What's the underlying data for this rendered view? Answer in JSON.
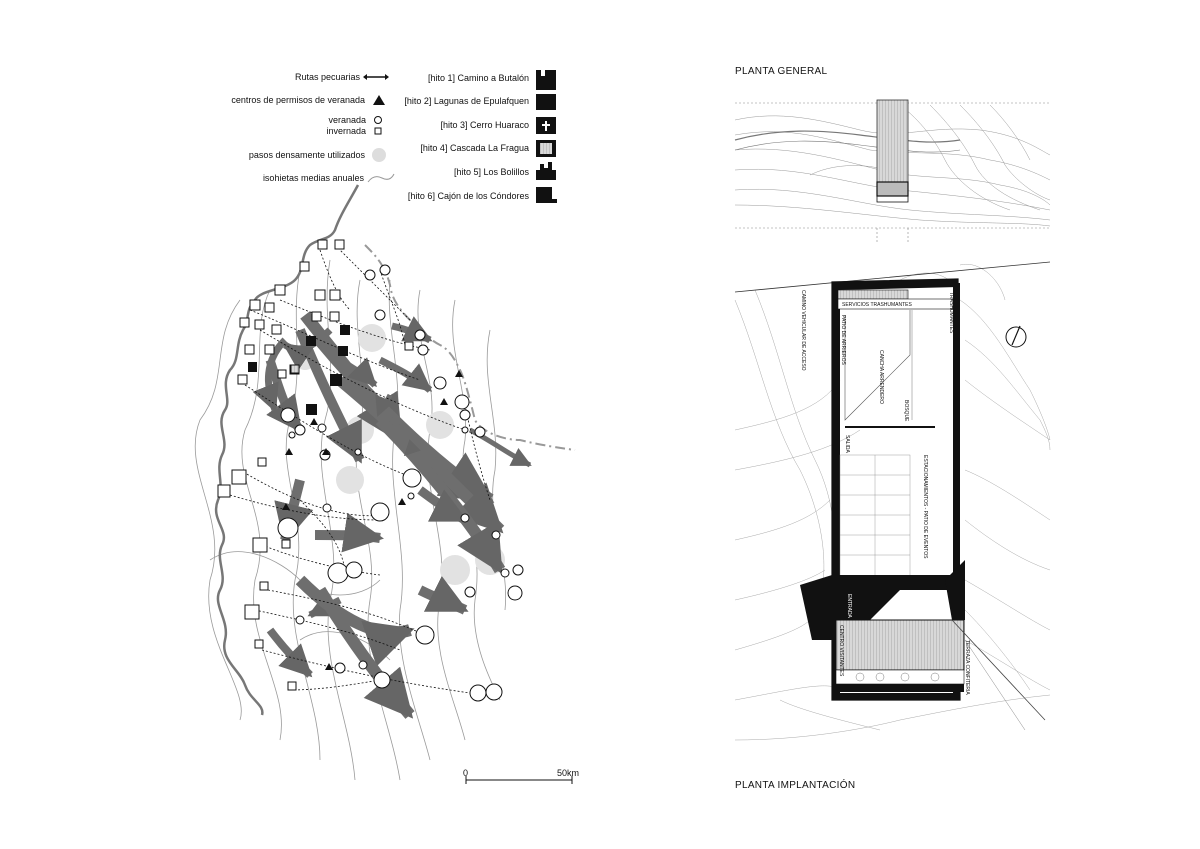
{
  "legend": {
    "routes": "Rutas pecuarias",
    "permit_centers": "centros de permisos de veranada",
    "veranada": "veranada",
    "invernada": "invernada",
    "dense_passes": "pasos densamente utilizados",
    "isohyets": "isohietas medias anuales"
  },
  "landmarks": [
    {
      "label": "[hito 1] Camino a Butalón",
      "icon": "landmark-1-icon"
    },
    {
      "label": "[hito 2] Lagunas de Epulafquen",
      "icon": "landmark-2-icon"
    },
    {
      "label": "[hito 3] Cerro Huaraco",
      "icon": "landmark-3-icon"
    },
    {
      "label": "[hito 4] Cascada La Fragua",
      "icon": "landmark-4-icon"
    },
    {
      "label": "[hito 5] Los Bolillos",
      "icon": "landmark-5-icon"
    },
    {
      "label": "[hito 6] Cajón de los Cóndores",
      "icon": "landmark-6-icon"
    }
  ],
  "scale_bar": {
    "start": "0",
    "end": "50km"
  },
  "plans": {
    "general_title": "PLANTA GENERAL",
    "site_title": "PLANTA IMPLANTACIÓN"
  },
  "plan_labels": {
    "servicios": "SERVICIOS TRASHUMANTES",
    "trashumantes": "TRASHUMANTES",
    "camino": "CAMINO VEHICULAR DE ACCESO",
    "patio_arrieros": "PATIO DE ARRIEROS",
    "cancha": "CANCHA ARRENDERO",
    "bosque": "BOSQUE",
    "salida": "SALIDA",
    "estacionamientos": "ESTACIONAMIENTOS - PATIO DE EVENTOS",
    "entrada": "ENTRADA",
    "centro": "CENTRO VISITANTES",
    "terraza": "TERRAZA CONFITERIA"
  }
}
